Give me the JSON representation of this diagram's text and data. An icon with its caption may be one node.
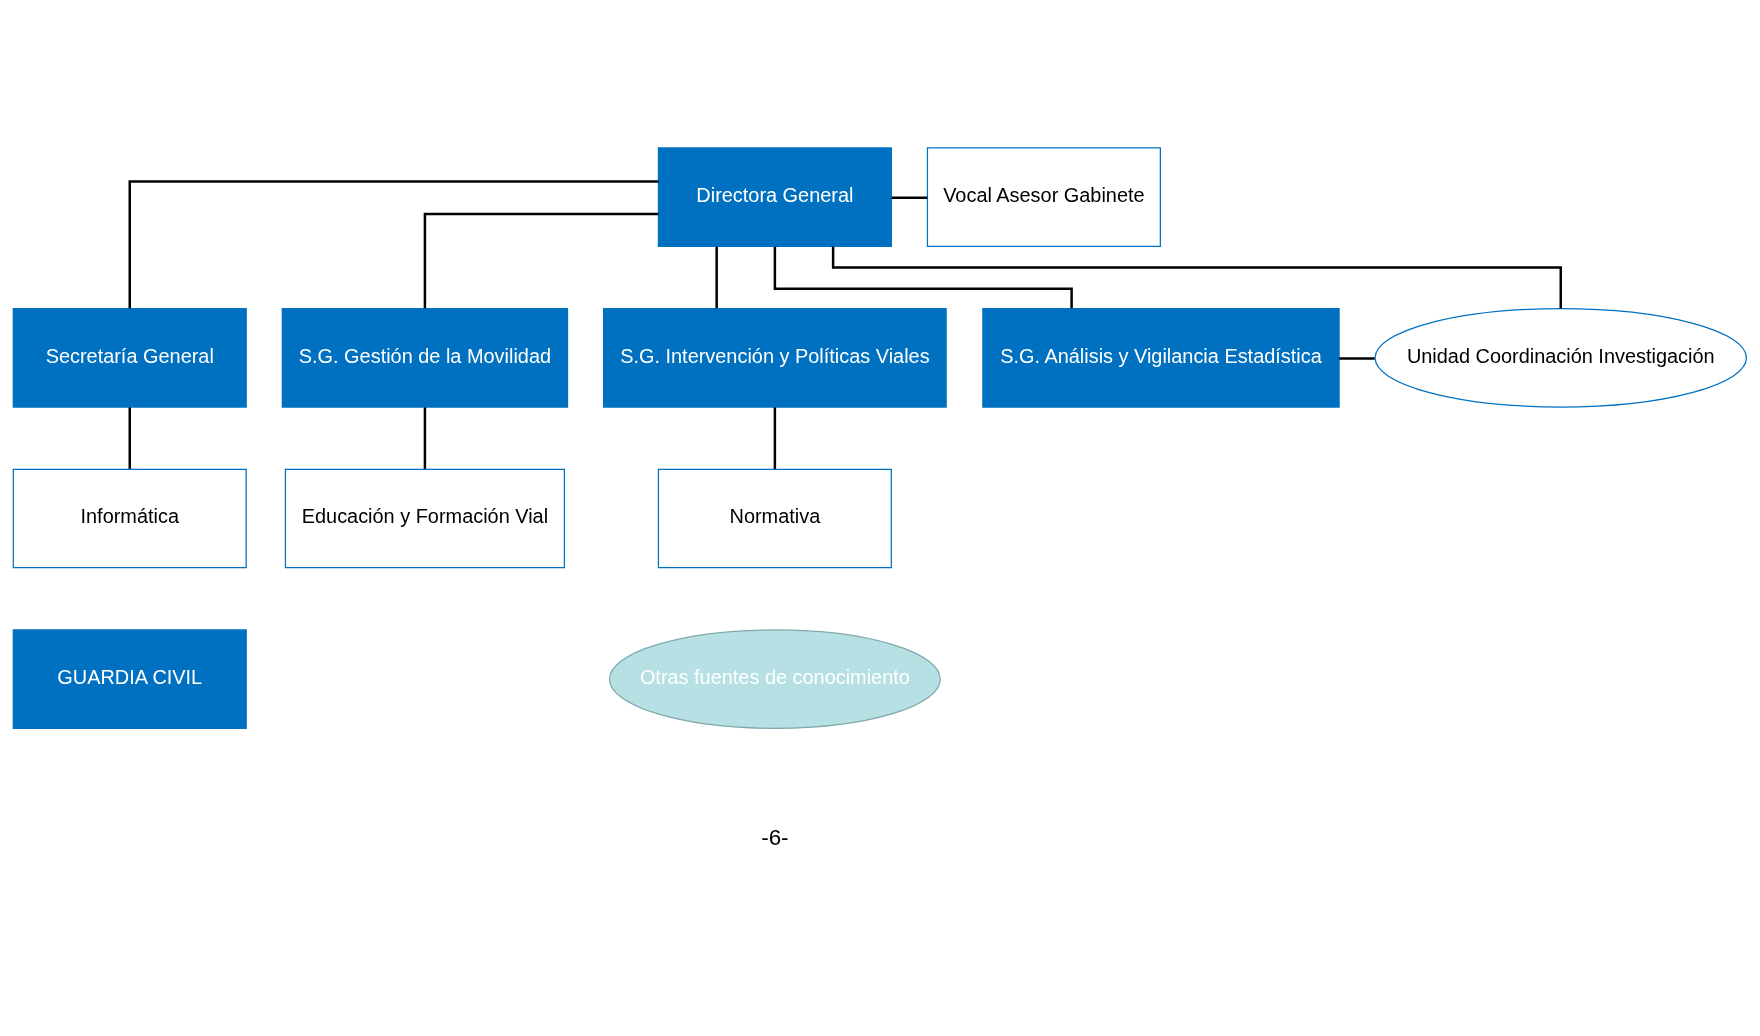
{
  "diagram": {
    "nodes": [
      {
        "text": [
          "Directora General"
        ]
      },
      {
        "text": [
          "Vocal Asesor Gabinete"
        ]
      },
      {
        "text": [
          "Secretaría General"
        ]
      },
      {
        "text": [
          "S.G. Gestión de la Movilidad"
        ]
      },
      {
        "text": [
          "S.G. Intervención y Políticas Viales"
        ]
      },
      {
        "text": [
          "S.G. Análisis y Vigilancia Estadística"
        ]
      },
      {
        "text": [
          "Unidad Coordinación Investigación"
        ]
      },
      {
        "text": [
          "Informática"
        ]
      },
      {
        "text": [
          "Educación y Formación Vial"
        ]
      },
      {
        "text": [
          "Normativa"
        ]
      },
      {
        "text": [
          "GUARDIA CIVIL"
        ]
      },
      {
        "text": [
          "Otras fuentes de conocimiento"
        ]
      }
    ],
    "edges": [
      {
        "from": 0,
        "to": 1,
        "arrow": "none"
      },
      {
        "from": 0,
        "to": 2,
        "arrow": "none"
      },
      {
        "from": 0,
        "to": 3,
        "arrow": "none"
      },
      {
        "from": 0,
        "to": 4,
        "arrow": "none"
      },
      {
        "from": 0,
        "to": 5,
        "arrow": "none"
      },
      {
        "from": 0,
        "to": 6,
        "arrow": "none"
      },
      {
        "from": 5,
        "to": 6,
        "arrow": "none"
      },
      {
        "from": 2,
        "to": 7,
        "arrow": "none"
      },
      {
        "from": 3,
        "to": 8,
        "arrow": "none"
      },
      {
        "from": 4,
        "to": 9,
        "arrow": "none"
      }
    ],
    "labels": [
      "-6-"
    ]
  }
}
